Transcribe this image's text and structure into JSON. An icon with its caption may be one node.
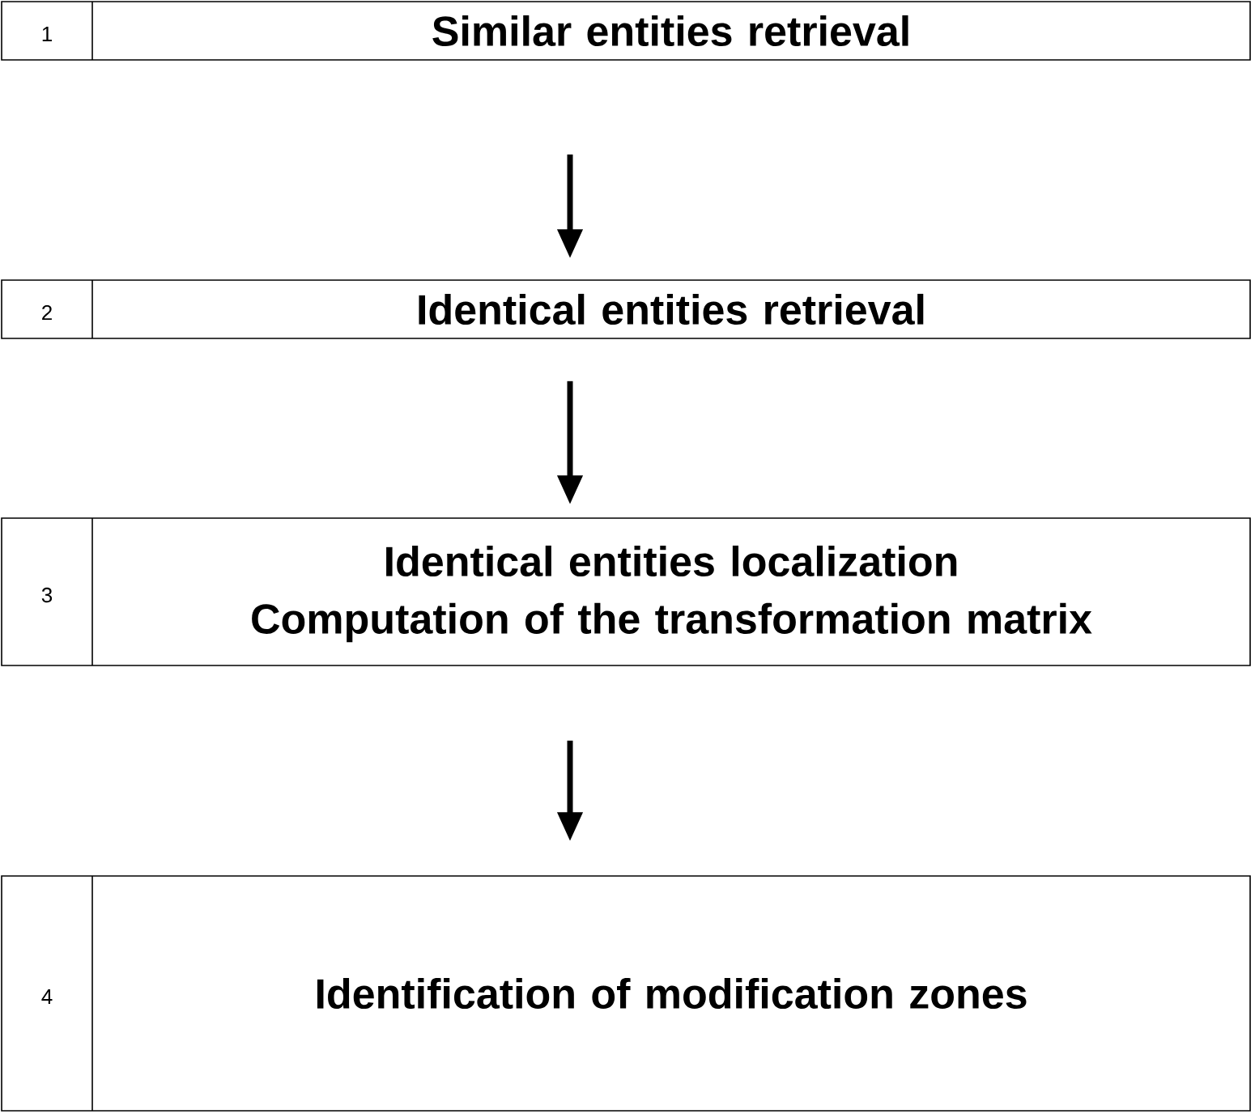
{
  "diagram": {
    "nodes": [
      {
        "text": [
          "1",
          "Similar entities retrieval"
        ]
      },
      {
        "text": [
          "2",
          "Identical entities retrieval"
        ]
      },
      {
        "text": [
          "3",
          "Identical entities localization",
          "Computation of the transformation matrix"
        ]
      },
      {
        "text": [
          "4",
          "Identification of modification zones"
        ]
      }
    ],
    "edges": [
      {
        "from": 0,
        "to": 1,
        "arrow": "to"
      },
      {
        "from": 1,
        "to": 2,
        "arrow": "to"
      },
      {
        "from": 2,
        "to": 3,
        "arrow": "to"
      }
    ]
  }
}
